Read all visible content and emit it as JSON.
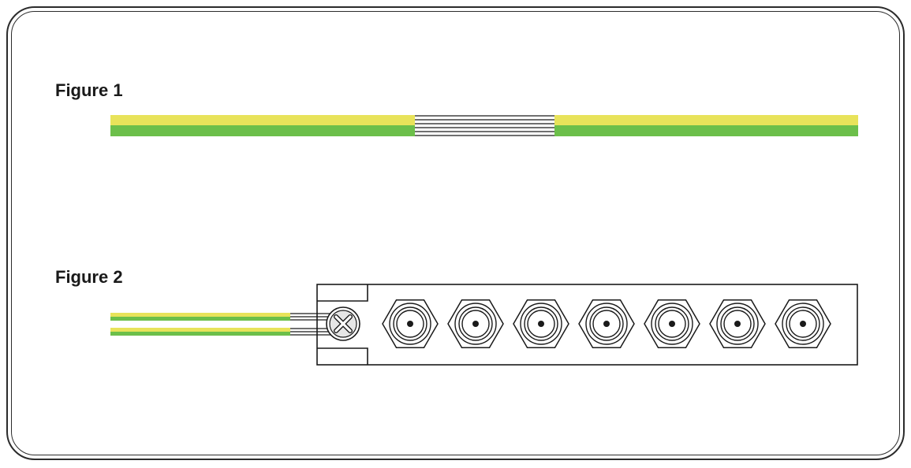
{
  "figure1": {
    "label": "Figure 1"
  },
  "figure2": {
    "label": "Figure 2",
    "terminal_count": 7
  },
  "colors": {
    "wire_yellow": "#e8e35a",
    "wire_green": "#6cbf4a",
    "outline": "#1a1a1a"
  },
  "icons": {
    "screw": "cross-screw-icon",
    "terminal": "hex-terminal-icon"
  }
}
